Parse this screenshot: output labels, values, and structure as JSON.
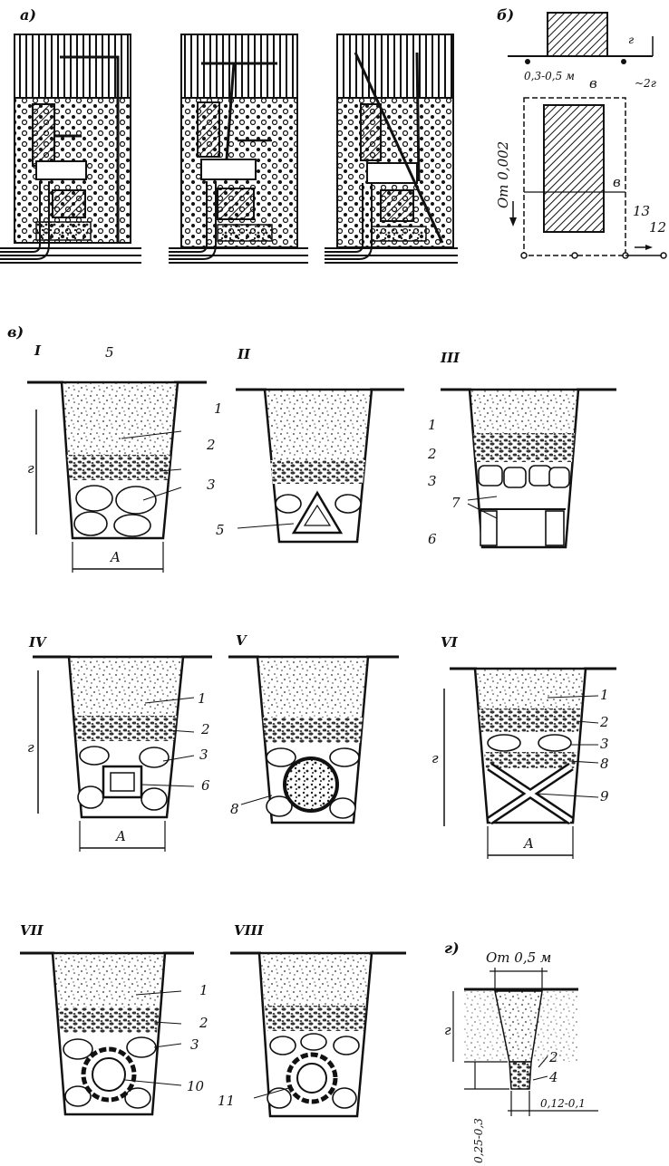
{
  "panels": {
    "a": "а)",
    "b": "б)",
    "v": "в)",
    "g": "г)"
  },
  "panel_b": {
    "h": "г",
    "offset": "0,3-0,5 м",
    "depth": "~2г",
    "width_top": "в",
    "width_mid": "в",
    "slope": "От 0,002",
    "n13": "13",
    "n12": "12"
  },
  "sections": {
    "I": {
      "roman": "I",
      "h": "г",
      "A": "A",
      "labels": [
        "5",
        "1",
        "2",
        "3",
        "5"
      ]
    },
    "II": {
      "roman": "II"
    },
    "III": {
      "roman": "III",
      "labels": [
        "1",
        "2",
        "3",
        "7",
        "6"
      ]
    },
    "IV": {
      "roman": "IV",
      "h": "г",
      "A": "A",
      "labels": [
        "1",
        "2",
        "3",
        "6"
      ]
    },
    "V": {
      "roman": "V",
      "labels": [
        "8"
      ]
    },
    "VI": {
      "roman": "VI",
      "h": "г",
      "A": "A",
      "labels": [
        "1",
        "2",
        "3",
        "8",
        "9"
      ]
    },
    "VII": {
      "roman": "VII",
      "labels": [
        "1",
        "2",
        "3",
        "10"
      ]
    },
    "VIII": {
      "roman": "VIII",
      "labels": [
        "11"
      ]
    }
  },
  "panel_g": {
    "top": "От 0,5 м",
    "h": "г",
    "n2": "2",
    "n4": "4",
    "depth": "0,25-0,3",
    "width": "0,12-0,1"
  }
}
